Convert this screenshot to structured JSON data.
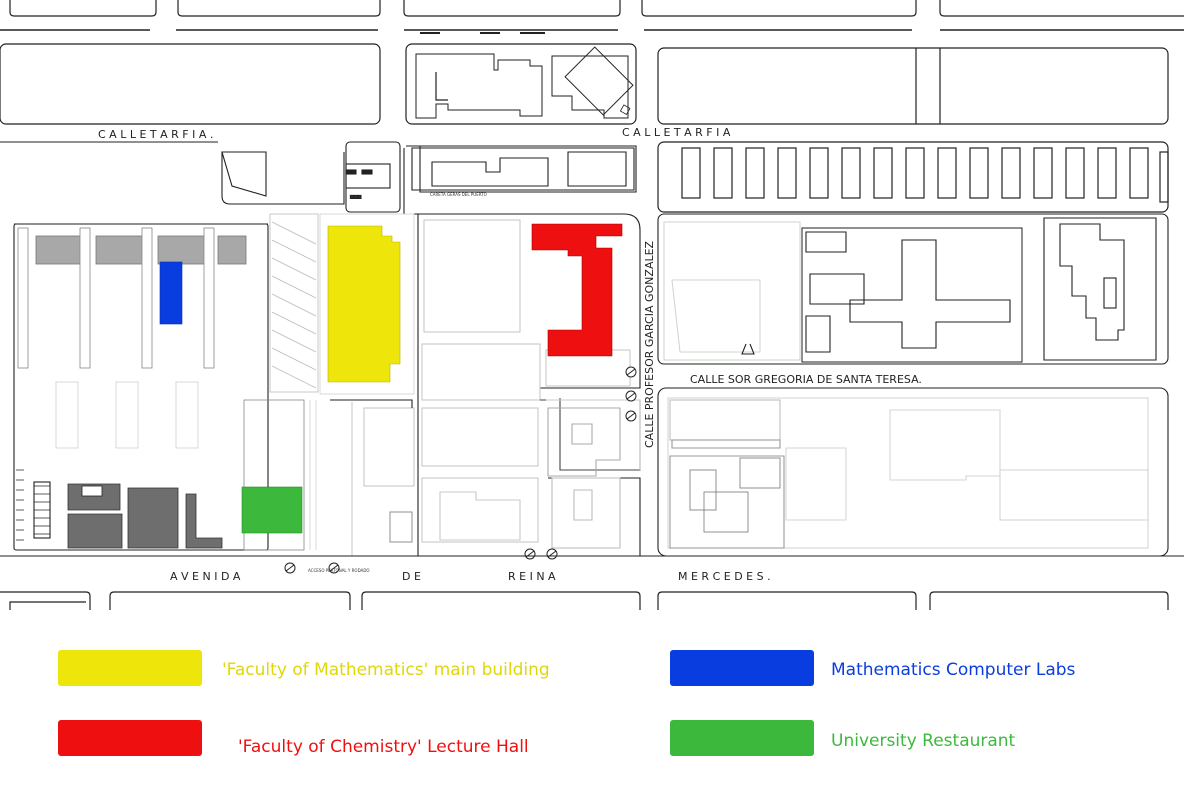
{
  "streets": {
    "calle_tarfia_left": "C A L L E          T A R F I A .",
    "calle_tarfia_right": "C A L L E       T A R F I A",
    "avenida": "A V E N I D A",
    "de": "D E",
    "reina": "R E I N A",
    "mercedes": "M E R C E D E S .",
    "sor_gregoria": "CALLE  SOR  GREGORIA  DE  SANTA  TERESA.",
    "profesor": "CALLE  PROFESOR GARCIA GONZALEZ"
  },
  "small_labels": {
    "caseta": "CARETA GERAS DEL PUERTO",
    "acceso_bottom": "ACCESO PEATONAL Y RODADO"
  },
  "legend": [
    {
      "label": "'Faculty of Mathematics' main building",
      "color": "#eee60a"
    },
    {
      "label": "Mathematics Computer Labs",
      "color": "#0a3ddf"
    },
    {
      "label": "'Faculty of Chemistry' Lecture Hall",
      "color": "#ee1010"
    },
    {
      "label": "University Restaurant",
      "color": "#3cb93c"
    }
  ],
  "colors": {
    "math_building": "#eee60a",
    "computer_labs": "#0a3ddf",
    "chemistry_hall": "#ee1010",
    "restaurant": "#3cb93c",
    "dark_building": "#6e6e6e",
    "light_building": "#a8a8a8"
  }
}
